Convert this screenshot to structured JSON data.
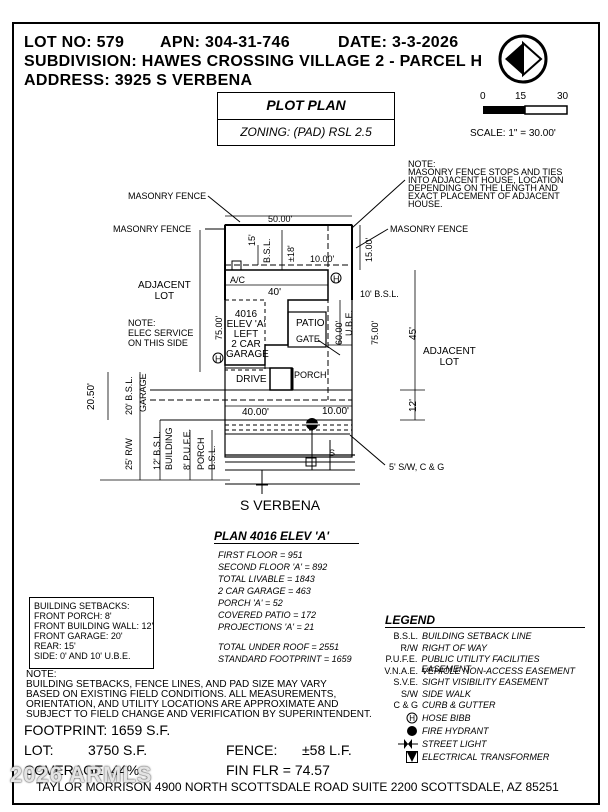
{
  "header": {
    "lot_label": "LOT NO: 579",
    "apn_label": "APN: 304-31-746",
    "date_label": "DATE: 3-3-2026",
    "subdivision": "SUBDIVISION: HAWES CROSSING VILLAGE 2 - PARCEL H",
    "address": "ADDRESS: 3925 S VERBENA"
  },
  "title_block": {
    "title": "PLOT PLAN",
    "zoning": "ZONING: (PAD) RSL 2.5"
  },
  "scale": {
    "ticks": [
      "0",
      "15",
      "30"
    ],
    "label": "SCALE: 1\" = 30.00'"
  },
  "note_top": [
    "NOTE:",
    "MASONRY FENCE STOPS AND TIES",
    "INTO ADJACENT HOUSE, LOCATION",
    "DEPENDING ON THE LENGTH AND",
    "EXACT PLACEMENT OF ADJACENT",
    "HOUSE."
  ],
  "plan_labels": {
    "masonry_fence_1": "MASONRY FENCE",
    "masonry_fence_2": "MASONRY FENCE",
    "masonry_fence_3": "MASONRY FENCE",
    "adjacent_lot_left": [
      "ADJACENT",
      "LOT"
    ],
    "adjacent_lot_right": [
      "ADJACENT",
      "LOT"
    ],
    "elec_note": [
      "NOTE:",
      "ELEC SERVICE",
      "ON THIS SIDE"
    ],
    "dim_top": "50.00'",
    "dim_15": "15'",
    "bsl_top": "B.S.L.",
    "dim_18": "±18'",
    "dim_15_00": "15.00'",
    "dim_10_00_top": "10.00'",
    "ac": "A/C",
    "dim_40": "40'",
    "bsl_10": "10' B.S.L.",
    "house": [
      "4016",
      "ELEV 'A'",
      "LEFT",
      "2 CAR",
      "GARAGE"
    ],
    "patio": "PATIO",
    "gate": "GATE",
    "dim_60_ube": "60.00'",
    "ube": "U.B.E.",
    "dim_75_left": "75.00'",
    "dim_75_right": "75.00'",
    "dim_45": "45'",
    "drive": "DRIVE",
    "porch": "PORCH",
    "dim_40_bottom": "40.00'",
    "dim_10_bottom": "10.00'",
    "dim_12": "12'",
    "dim_20_50": "20.50'",
    "bsl_20_garage": "20' B.S.L.",
    "garage_word": "GARAGE",
    "rw_25": "25' R/W",
    "bsl_12": "12' B.S.L.",
    "building_word": "BUILDING",
    "pufe_8": "8' P.U.F.E.",
    "bsl_porch": "PORCH",
    "bsl_small": "B.S.L.",
    "sidewalk": "5' S/W, C & G",
    "street": "S    VERBENA",
    "h": "H",
    "s_mark": "S"
  },
  "plan_summary": {
    "title": "PLAN 4016 ELEV 'A'",
    "lines": [
      "FIRST FLOOR = 951",
      "SECOND FLOOR 'A' = 892",
      "TOTAL LIVABLE = 1843",
      "2 CAR GARAGE = 463",
      "PORCH 'A' = 52",
      "COVERED PATIO = 172",
      "PROJECTIONS 'A' = 21"
    ],
    "under_roof": "TOTAL UNDER ROOF = 2551",
    "standard_footprint": "STANDARD FOOTPRINT = 1659"
  },
  "setbacks": {
    "title": "BUILDING SETBACKS:",
    "lines": [
      "FRONT PORCH: 8'",
      "FRONT BUILDING WALL: 12'",
      "FRONT GARAGE: 20'",
      "REAR: 15'",
      "SIDE: 0' AND 10' U.B.E."
    ]
  },
  "legend": {
    "title": "LEGEND",
    "items": [
      {
        "key": "B.S.L.",
        "desc": "BUILDING SETBACK LINE"
      },
      {
        "key": "R/W",
        "desc": "RIGHT OF WAY"
      },
      {
        "key": "P.U.F.E.",
        "desc": "PUBLIC UTILITY FACILITIES EASEMENT"
      },
      {
        "key": "V.N.A.E.",
        "desc": "VEHICLE NON-ACCESS EASEMENT"
      },
      {
        "key": "S.V.E.",
        "desc": "SIGHT VISIBILITY EASEMENT"
      },
      {
        "key": "S/W",
        "desc": "SIDE WALK"
      },
      {
        "key": "C & G",
        "desc": "CURB & GUTTER"
      },
      {
        "key": "H",
        "desc": "HOSE BIBB"
      },
      {
        "key": "",
        "desc": "FIRE HYDRANT"
      },
      {
        "key": "",
        "desc": "STREET LIGHT"
      },
      {
        "key": "",
        "desc": "ELECTRICAL TRANSFORMER"
      }
    ]
  },
  "bottom_note": [
    "NOTE:",
    "BUILDING SETBACKS, FENCE LINES, AND PAD SIZE MAY VARY",
    "BASED ON EXISTING FIELD CONDITIONS.  ALL MEASUREMENTS,",
    "ORIENTATION, AND UTILITY LOCATIONS ARE APPROXIMATE AND",
    "SUBJECT TO FIELD CHANGE AND VERIFICATION BY SUPERINTENDENT."
  ],
  "stats": {
    "footprint": "FOOTPRINT: 1659 S.F.",
    "lot_label": "LOT:",
    "lot_value": "3750 S.F.",
    "fence_label": "FENCE:",
    "fence_value": "±58 L.F.",
    "coverage": "COVERAGE: 44%",
    "fin_flr": "FIN FLR = 74.57"
  },
  "footer": "TAYLOR MORRISON 4900 NORTH SCOTTSDALE ROAD SUITE 2200 SCOTTSDALE, AZ  85251",
  "watermark": "2026 ARMLS"
}
